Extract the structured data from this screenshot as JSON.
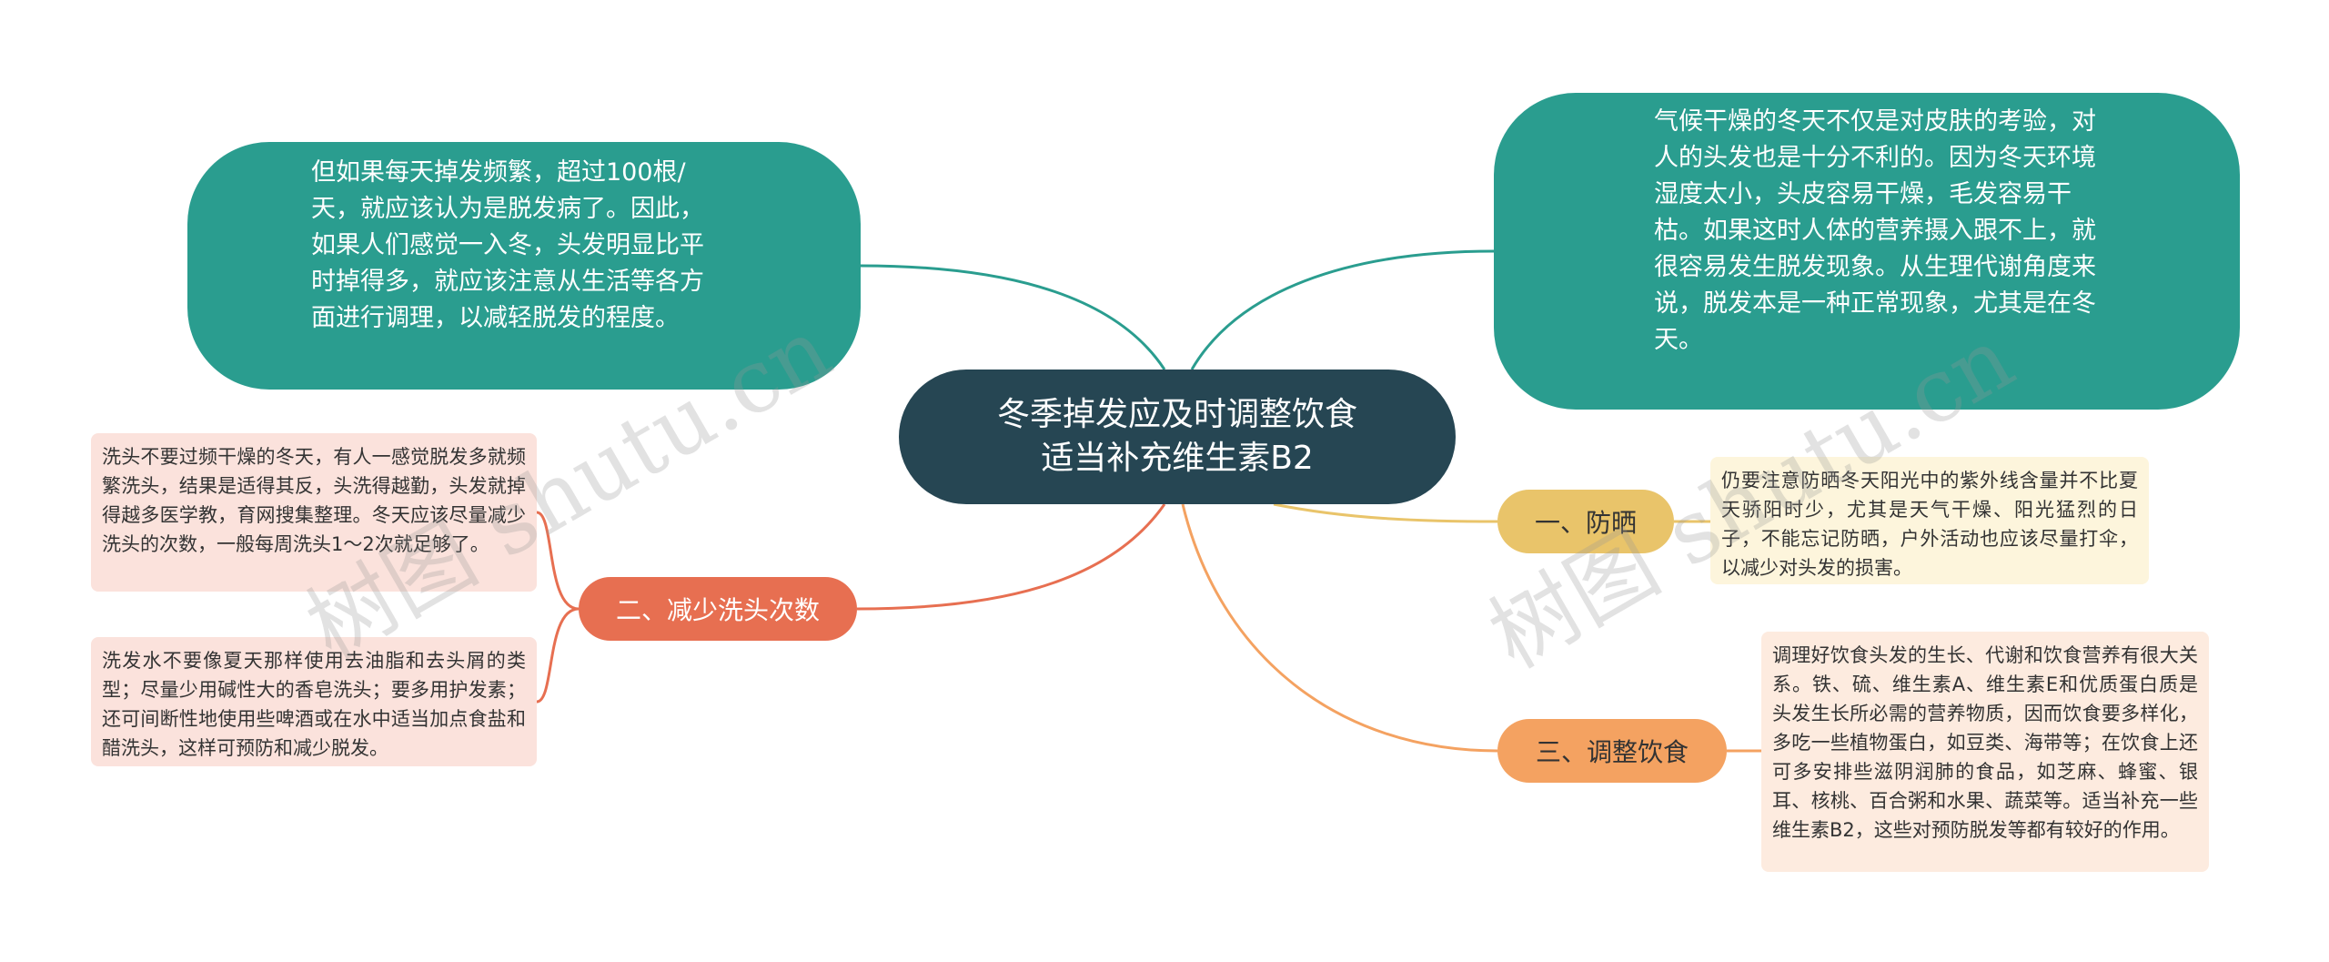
{
  "central": {
    "title_line1": "冬季掉发应及时调整饮食",
    "title_line2": "适当补充维生素B2"
  },
  "bubbles": {
    "left_text": "但如果每天掉发频繁，超过100根/天，就应该认为是脱发病了。因此，如果人们感觉一入冬，头发明显比平时掉得多，就应该注意从生活等各方面进行调理，以减轻脱发的程度。",
    "right_text": "气候干燥的冬天不仅是对皮肤的考验，对人的头发也是十分不利的。因为冬天环境湿度太小，头皮容易干燥，毛发容易干枯。如果这时人体的营养摄入跟不上，就很容易发生脱发现象。从生理代谢角度来说，脱发本是一种正常现象，尤其是在冬天。"
  },
  "branches": {
    "b1_label": "一、防晒",
    "b2_label": "二、减少洗头次数",
    "b3_label": "三、调整饮食"
  },
  "notes": {
    "n1": "仍要注意防晒冬天阳光中的紫外线含量并不比夏天骄阳时少，尤其是天气干燥、阳光猛烈的日子，不能忘记防晒，户外活动也应该尽量打伞，以减少对头发的损害。",
    "n2a": "洗头不要过频干燥的冬天，有人一感觉脱发多就频繁洗头，结果是适得其反，头洗得越勤，头发就掉得越多医学教，育网搜集整理。冬天应该尽量减少洗头的次数，一般每周洗头1～2次就足够了。",
    "n2b": "洗发水不要像夏天那样使用去油脂和去头屑的类型；尽量少用碱性大的香皂洗头；要多用护发素；还可间断性地使用些啤酒或在水中适当加点食盐和醋洗头，这样可预防和减少脱发。",
    "n3": "调理好饮食头发的生长、代谢和饮食营养有很大关系。铁、硫、维生素A、维生素E和优质蛋白质是头发生长所必需的营养物质，因而饮食要多样化，多吃一些植物蛋白，如豆类、海带等；在饮食上还可多安排些滋阴润肺的食品，如芝麻、蜂蜜、银耳、核桃、百合粥和水果、蔬菜等。适当补充一些维生素B2，这些对预防脱发等都有较好的作用。"
  },
  "watermark": "树图 shutu.cn",
  "colors": {
    "central": "#264653",
    "bubble": "#2a9d8f",
    "branch1": "#e9c46a",
    "branch2": "#e76f51",
    "branch3": "#f4a261"
  }
}
